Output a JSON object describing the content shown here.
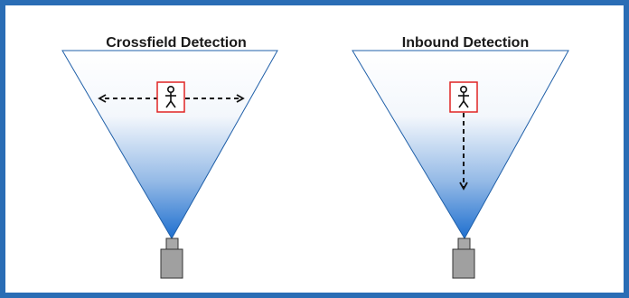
{
  "colors": {
    "border": "#2A6DB5",
    "cone_top": "#FFFFFF",
    "cone_bottom": "#1E6FCF",
    "cone_edge": "#1F5FA8",
    "camera_body": "#A0A0A0",
    "camera_edge": "#333333",
    "person_box": "#E02424",
    "arrow": "#111111"
  },
  "panels": [
    {
      "title": "Crossfield Detection",
      "motion": "horizontal",
      "icons": [
        "person-icon",
        "camera-icon",
        "left-arrow",
        "right-arrow"
      ]
    },
    {
      "title": "Inbound Detection",
      "motion": "downward",
      "icons": [
        "person-icon",
        "camera-icon",
        "down-arrow"
      ]
    }
  ]
}
